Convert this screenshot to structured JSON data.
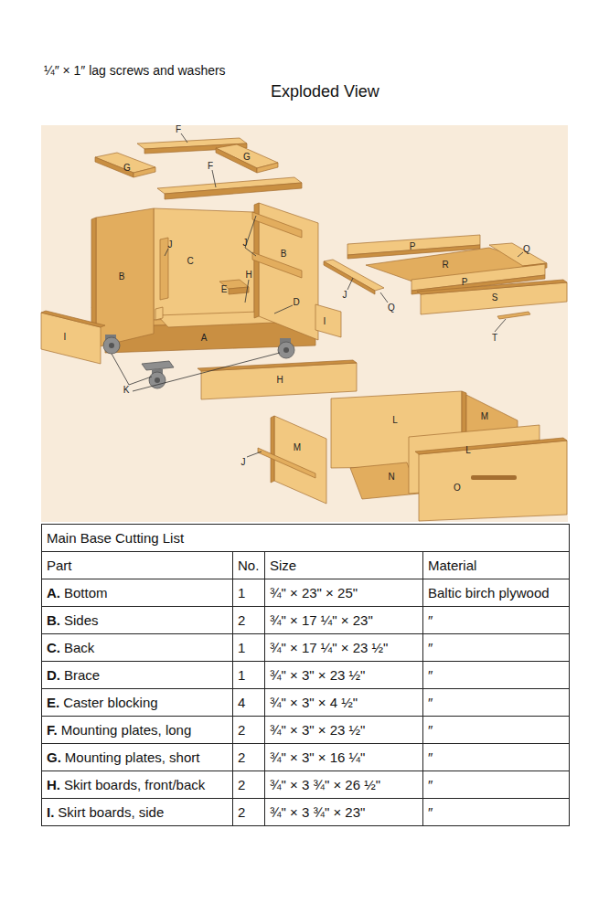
{
  "diagram": {
    "title": "Exploded View",
    "labels": [
      "¼″ × 1″ lag screws and washers",
      "F",
      "G",
      "G",
      "F",
      "J",
      "J",
      "B",
      "C",
      "B",
      "H",
      "E",
      "D",
      "A",
      "I",
      "I",
      "K",
      "H",
      "P",
      "Q",
      "R",
      "P",
      "J",
      "Q",
      "S",
      "T",
      "L",
      "M",
      "L",
      "M",
      "J",
      "N",
      "O",
      "Main Base Cutting List",
      "Part",
      "No.",
      "Size",
      "Material",
      "A.",
      "Bottom",
      "1",
      "¾\" × 23\" × 25\"",
      "Baltic birch plywood",
      "B.",
      "Sides",
      "2",
      "¾\" × 17 ¼\" × 23\"",
      "″",
      "C.",
      "Back",
      "1",
      "¾\" × 17 ¼\" × 23 ½\"",
      "″",
      "D.",
      "Brace",
      "1",
      "¾\" × 3\" × 23 ½\"",
      "″",
      "E.",
      "Caster blocking",
      "4",
      "¾\" × 3\" × 4 ½\"",
      "″",
      "F.",
      "Mounting plates, long",
      "2",
      "¾\" × 3\" × 23 ½\"",
      "″",
      "G.",
      "Mounting plates, short",
      "2",
      "¾\" × 3\" × 16 ¼\"",
      "″",
      "H.",
      "Skirt boards, front/back",
      "2",
      "¾\" × 3 ¾\" × 26 ½\"",
      "″",
      "I.",
      "Skirt boards, side",
      "2",
      "¾\" × 3 ¾\" × 23\"",
      "″"
    ]
  }
}
